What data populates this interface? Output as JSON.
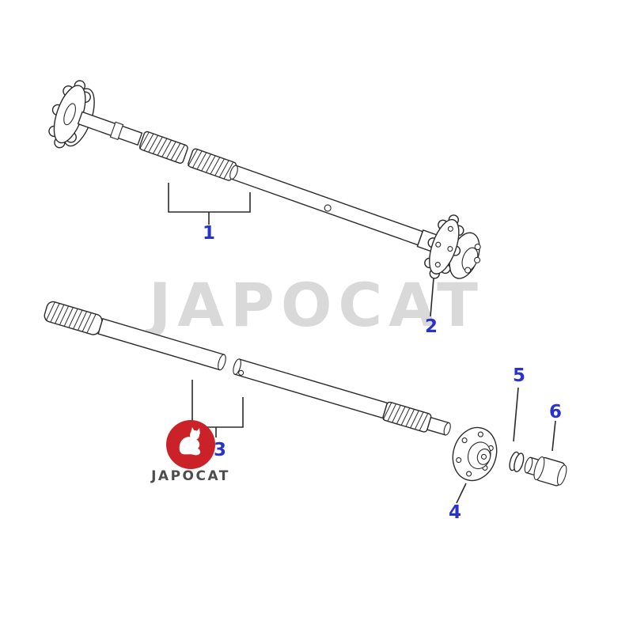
{
  "watermark": {
    "text": "JAPOCAT",
    "color": "#d9d9d9"
  },
  "logo": {
    "brand": "JAPOCAT",
    "circle_color": "#cb2129",
    "text_color": "#4d4d4d"
  },
  "diagram": {
    "line_color": "#2a2a2a",
    "label_color": "#2733cb",
    "callouts": [
      "1",
      "2",
      "3",
      "4",
      "5",
      "6"
    ]
  }
}
